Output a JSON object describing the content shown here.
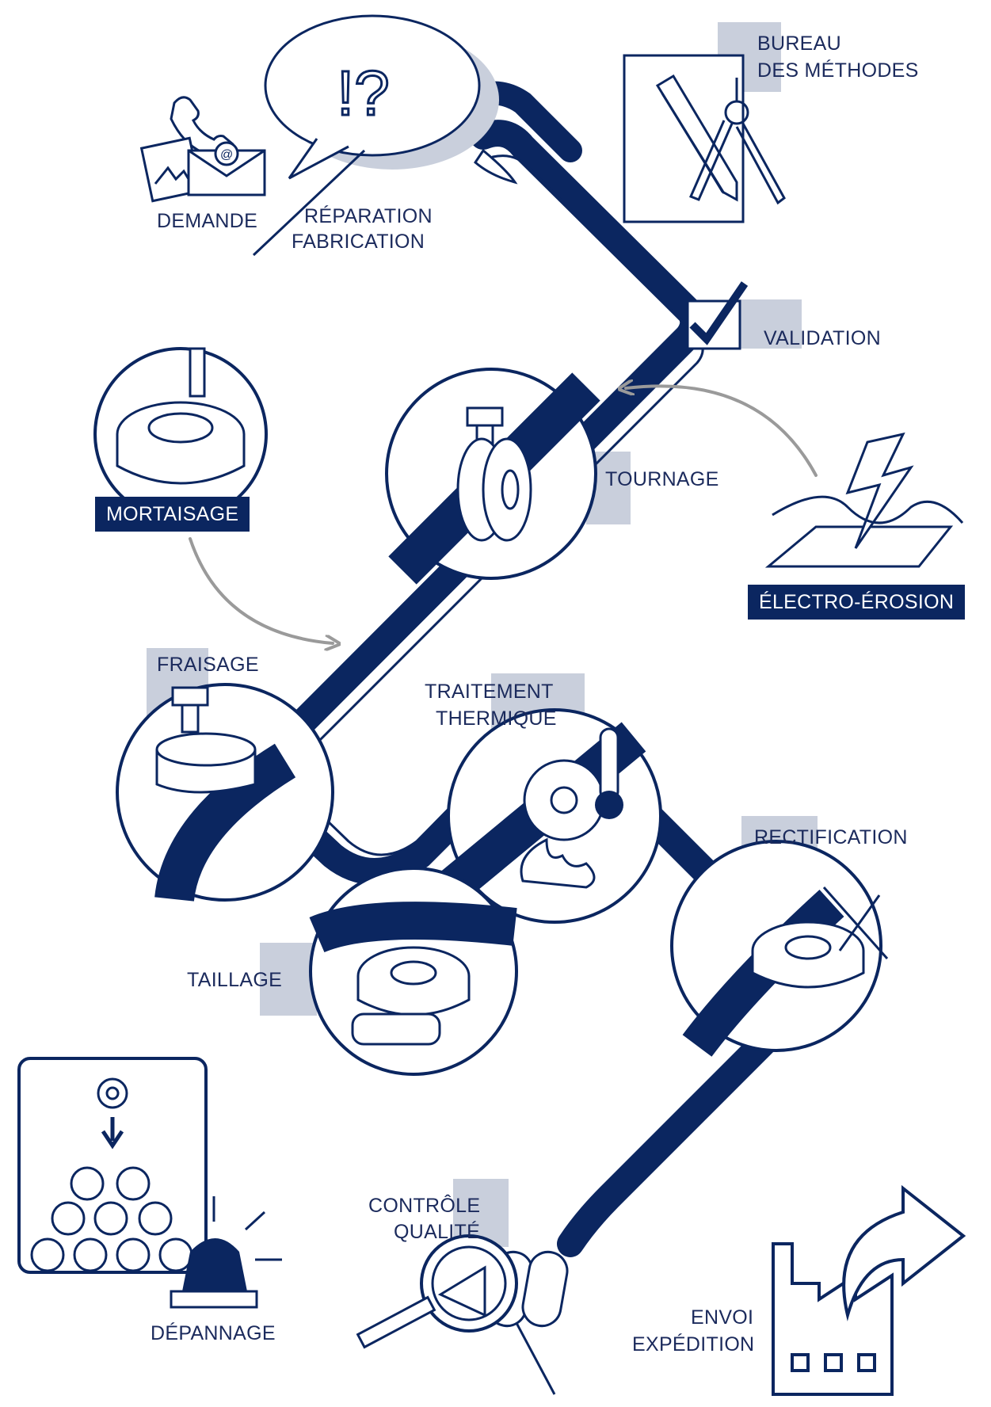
{
  "colors": {
    "navy": "#0b2660",
    "gray_swatch": "#c9cfdc",
    "arrow_gray": "#9a9a9a",
    "background": "#ffffff"
  },
  "labels": {
    "demande": "DEMANDE",
    "reparation": "RÉPARATION",
    "fabrication": "FABRICATION",
    "bureau_line1": "BUREAU",
    "bureau_line2": "DES MÉTHODES",
    "validation": "VALIDATION",
    "tournage": "TOURNAGE",
    "mortaisage": "MORTAISAGE",
    "electro": "ÉLECTRO-ÉROSION",
    "fraisage": "FRAISAGE",
    "traitement_line1": "TRAITEMENT",
    "traitement_line2": "THERMIQUE",
    "rectification": "RECTIFICATION",
    "taillage": "TAILLAGE",
    "controle_line1": "CONTRÔLE",
    "controle_line2": "QUALITÉ",
    "depannage": "DÉPANNAGE",
    "envoi": "ENVOI",
    "expedition": "EXPÉDITION"
  },
  "speech_bubble_text": "!?",
  "icons": [
    "phone-icon",
    "photo-icon",
    "email-icon",
    "speech-bubble-icon",
    "blueprint-icon",
    "pencil-icon",
    "compass-icon",
    "checkbox-icon",
    "lathe-icon",
    "mortising-icon",
    "edm-icon",
    "milling-icon",
    "heat-treatment-icon",
    "thermometer-icon",
    "flame-icon",
    "gear-icon",
    "worm-screw-icon",
    "grinding-icon",
    "magnifier-icon",
    "eye-icon",
    "alarm-beacon-icon",
    "gear-pile-icon",
    "factory-icon",
    "export-arrow-icon"
  ]
}
